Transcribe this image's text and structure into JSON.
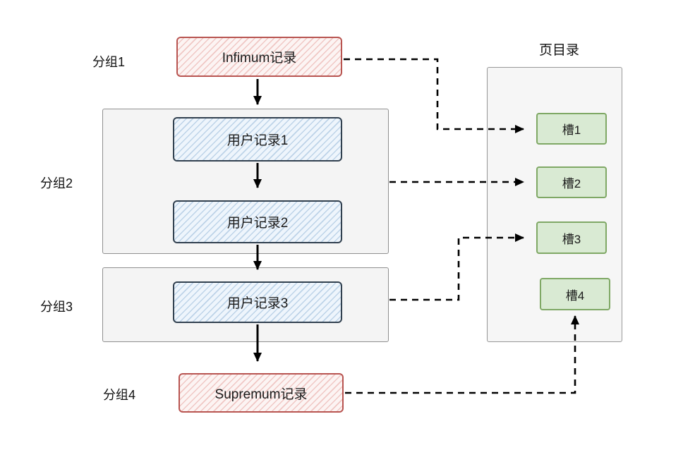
{
  "diagram": {
    "groups": [
      {
        "label": "分组1"
      },
      {
        "label": "分组2"
      },
      {
        "label": "分组3"
      },
      {
        "label": "分组4"
      }
    ],
    "records": {
      "infimum": "Infimum记录",
      "user1": "用户记录1",
      "user2": "用户记录2",
      "user3": "用户记录3",
      "supremum": "Supremum记录"
    },
    "page_directory": {
      "title": "页目录",
      "slots": [
        {
          "label": "槽1"
        },
        {
          "label": "槽2"
        },
        {
          "label": "槽3"
        },
        {
          "label": "槽4"
        }
      ]
    },
    "colors": {
      "system_record_border": "#b85450",
      "system_record_fill_hatch_pink": "#f0c7c4",
      "user_record_border": "#31404f",
      "user_record_fill_hatch_blue": "#bdd3e8",
      "slot_border": "#7fa865",
      "slot_fill": "#d9ead3",
      "group_container_fill": "#f4f4f4",
      "group_container_border": "#8f8f8f",
      "arrow_color": "#000000"
    }
  }
}
